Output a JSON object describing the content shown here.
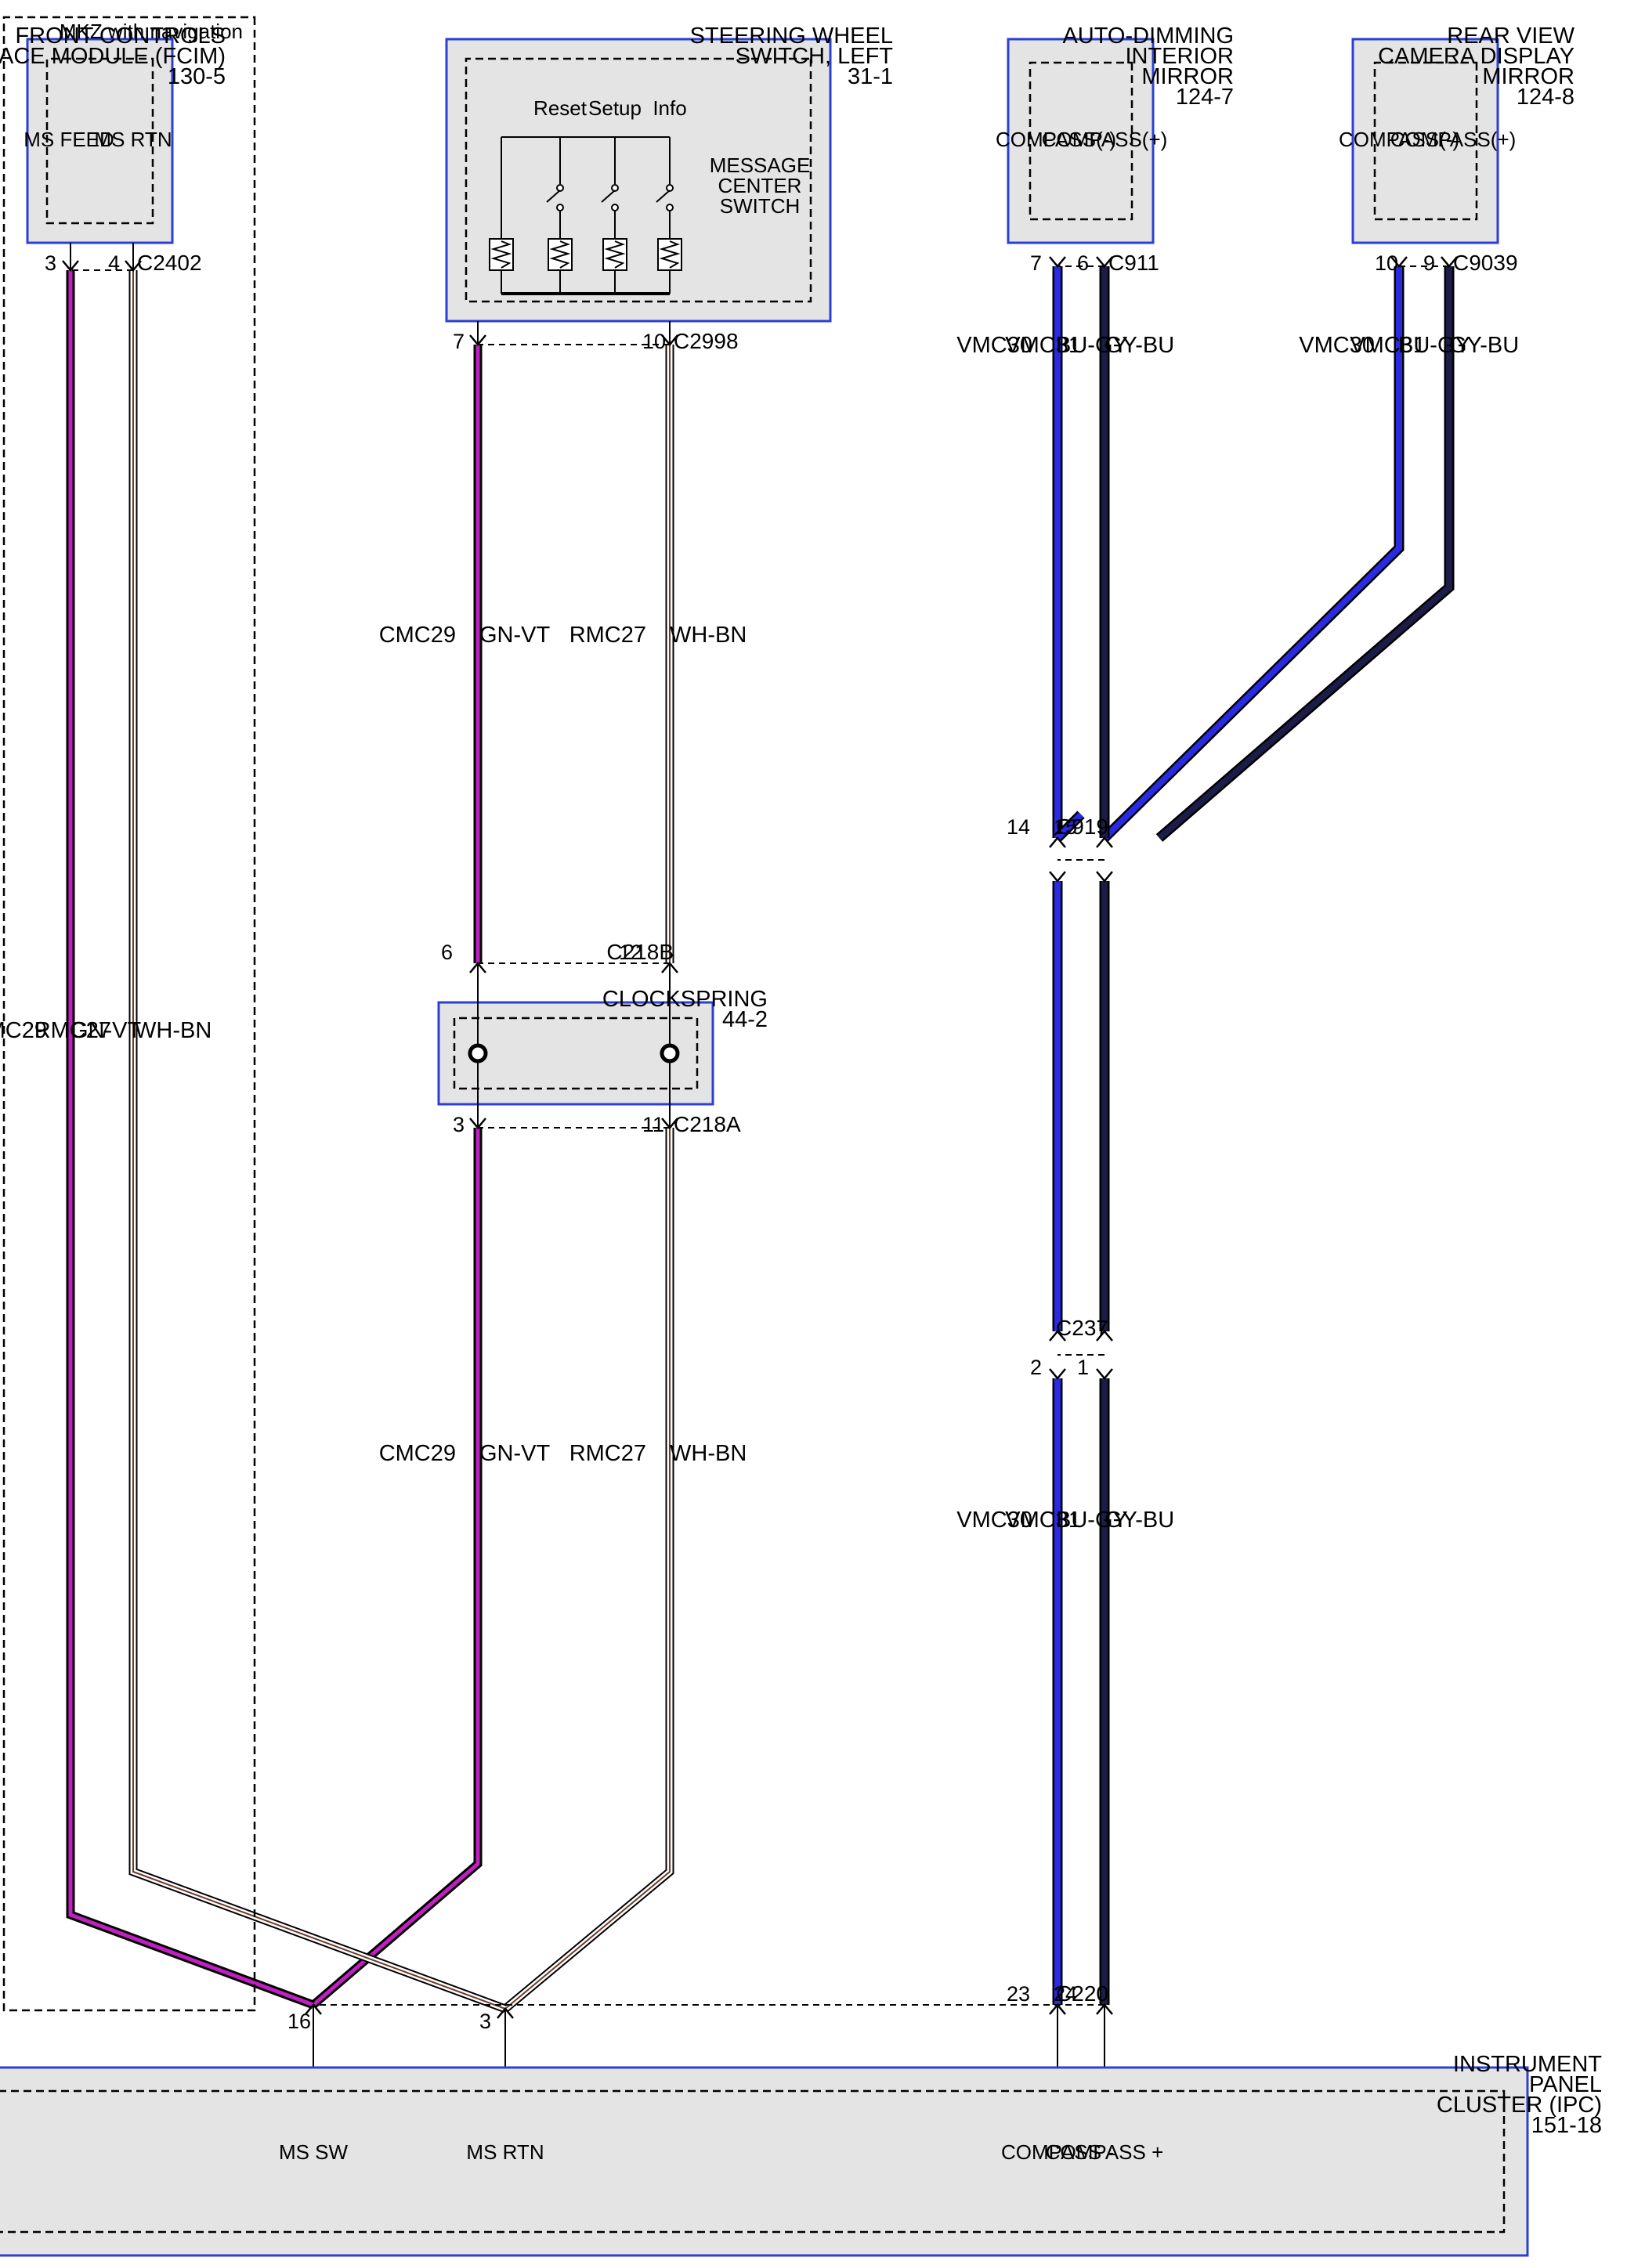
{
  "components": {
    "rear_view_mirror": {
      "name": [
        "REAR VIEW",
        "CAMERA DISPLAY",
        "MIRROR",
        "124-8"
      ],
      "pins": [
        "COMPASS(+)",
        "COMPASS(-)"
      ]
    },
    "auto_dimming_mirror": {
      "name": [
        "AUTO-DIMMING",
        "INTERIOR",
        "MIRROR",
        "124-7"
      ],
      "pins": [
        "COMPASS(+)",
        "COMPASS(-)"
      ]
    },
    "steering_wheel_switch": {
      "name": [
        "STEERING WHEEL",
        "SWITCH, LEFT",
        "31-1"
      ],
      "switch_name": [
        "MESSAGE",
        "CENTER",
        "SWITCH"
      ],
      "buttons": [
        "Info",
        "Setup",
        "Reset"
      ]
    },
    "fcim": {
      "group_label": "MKZ with navigation",
      "name": [
        "FRONT CONTROLS",
        "INTERFACE MODULE (FCIM)",
        "130-5"
      ],
      "pins": [
        "MS RTN",
        "MS FEED"
      ]
    },
    "clockspring": {
      "name": [
        "CLOCKSPRING",
        "44-2"
      ]
    },
    "ipc": {
      "name": [
        "INSTRUMENT",
        "PANEL",
        "CLUSTER (IPC)",
        "151-18"
      ],
      "pins": [
        "COMPASS +",
        "COMPASS -",
        "MS RTN",
        "MS SW"
      ]
    }
  },
  "connectors": {
    "c9039": {
      "id": "C9039",
      "pins": [
        "9",
        "10"
      ]
    },
    "c911": {
      "id": "C911",
      "pins": [
        "6",
        "7"
      ]
    },
    "c2998": {
      "id": "C2998",
      "pins": [
        "10",
        "7"
      ]
    },
    "c2402": {
      "id": "C2402",
      "pins": [
        "4",
        "3"
      ]
    },
    "c919": {
      "id": "C919",
      "pins": [
        "15",
        "14"
      ]
    },
    "c218b": {
      "id": "C218B",
      "pins": [
        "12",
        "6"
      ]
    },
    "c218a": {
      "id": "C218A",
      "pins": [
        "11",
        "3"
      ]
    },
    "c237": {
      "id": "C237",
      "pins": [
        "1",
        "2"
      ]
    },
    "c220": {
      "id": "C220",
      "pins": [
        "24",
        "23"
      ]
    },
    "ipc_side": {
      "pins": [
        "3",
        "16"
      ]
    }
  },
  "wires": {
    "vmc31": {
      "circuit": "VMC31",
      "color": "GY-BU"
    },
    "vmc30": {
      "circuit": "VMC30",
      "color": "BU-GY"
    },
    "rmc27": {
      "circuit": "RMC27",
      "color": "WH-BN"
    },
    "cmc29": {
      "circuit": "CMC29",
      "color": "GN-VT"
    }
  },
  "colors": {
    "gy_bu": "#1c1c48",
    "bu_gy": "#2a2ae0",
    "gn_vt_stripe": "#c020c0",
    "wh_bn_stripe": "#6e3a2a",
    "component_fill": "#e4e4e4",
    "component_border": "#2b3fd6"
  }
}
